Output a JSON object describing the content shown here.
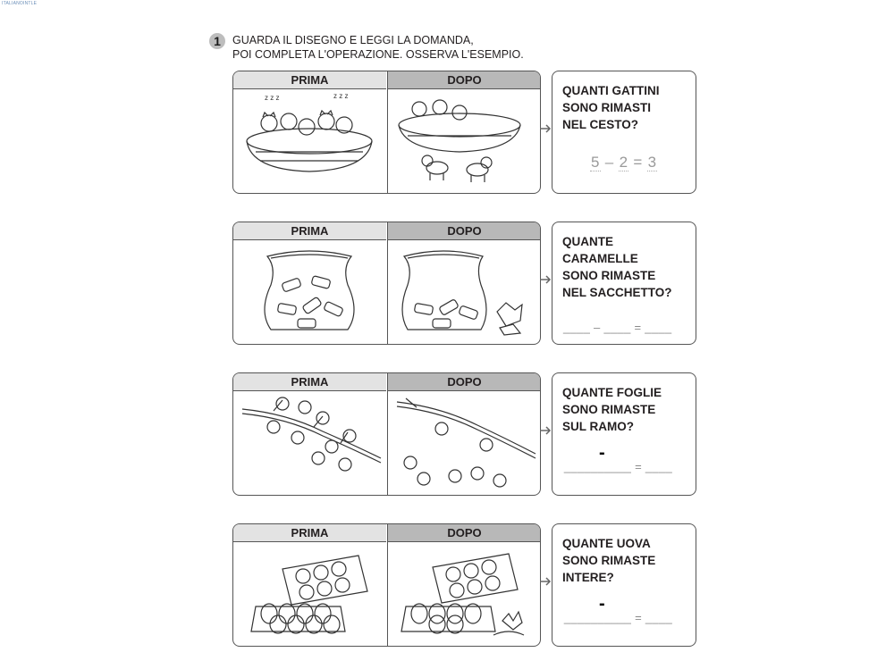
{
  "corner_label": "ITALIANOINTLE",
  "exercise": {
    "number": "1",
    "instruction_lines": [
      "GUARDA IL DISEGNO E LEGGI LA DOMANDA,",
      "POI COMPLETA L'OPERAZIONE. OSSERVA L'ESEMPIO."
    ]
  },
  "rows": [
    {
      "before_label": "PRIMA",
      "after_label": "DOPO",
      "question_lines": [
        "QUANTI GATTINI",
        "SONO RIMASTI",
        "NEL CESTO?"
      ],
      "answer": {
        "a": "5",
        "op": "–",
        "b": "2",
        "eq": "=",
        "result": "3"
      }
    },
    {
      "before_label": "PRIMA",
      "after_label": "DOPO",
      "question_lines": [
        "QUANTE",
        "CARAMELLE",
        "SONO RIMASTE",
        "NEL SACCHETTO?"
      ],
      "answer_blank": "____ – ____ = ____"
    },
    {
      "before_label": "PRIMA",
      "after_label": "DOPO",
      "question_lines": [
        "QUANTE FOGLIE",
        "SONO RIMASTE",
        "SUL RAMO?"
      ],
      "answer_blank": "__________ = ____",
      "answer_minus": "-"
    },
    {
      "before_label": "PRIMA",
      "after_label": "DOPO",
      "question_lines": [
        "QUANTE UOVA",
        "SONO RIMASTE",
        "INTERE?"
      ],
      "answer_blank": "__________ = ____",
      "answer_minus": "-"
    }
  ],
  "icons": [
    "kittens-basket-icon",
    "candy-bag-icon",
    "branch-leaves-icon",
    "egg-carton-icon",
    "arrow-right-icon"
  ]
}
